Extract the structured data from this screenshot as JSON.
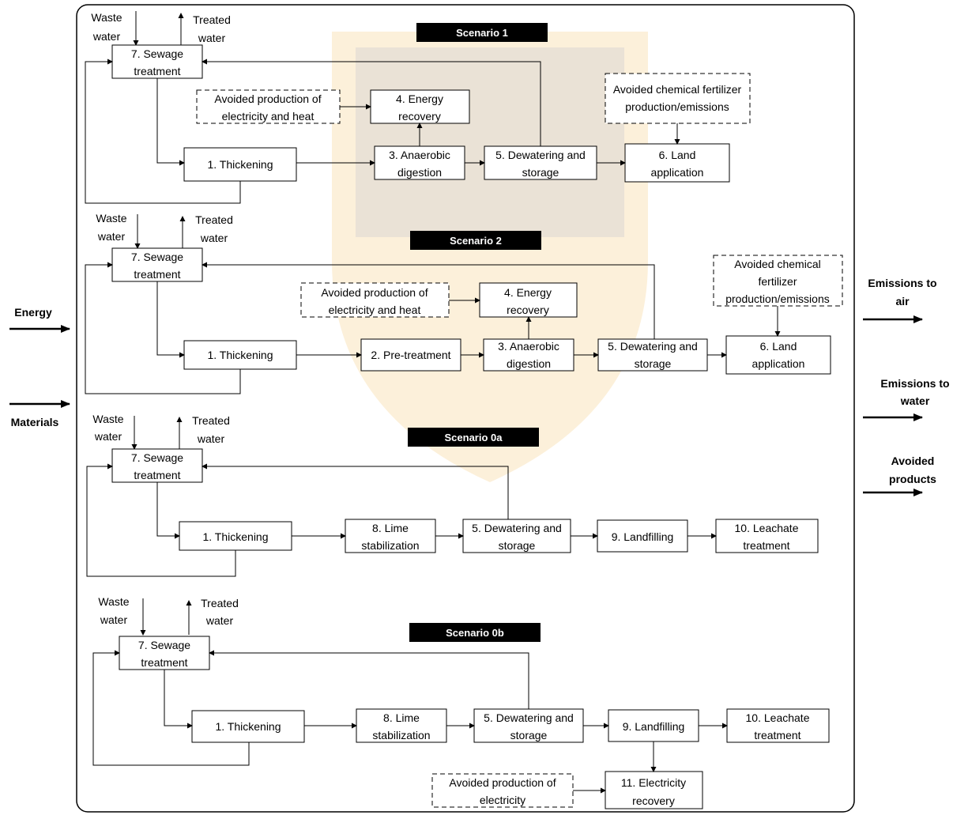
{
  "scenarios": [
    {
      "title": "Scenario 1",
      "waste_water": [
        "Waste",
        "water"
      ],
      "treated_water": [
        "Treated",
        "water"
      ],
      "boxes": {
        "sewage": [
          "7. Sewage",
          "treatment"
        ],
        "thickening": [
          "1. Thickening"
        ],
        "anaerobic": [
          "3. Anaerobic",
          "digestion"
        ],
        "dewatering": [
          "5. Dewatering and",
          "storage"
        ],
        "land": [
          "6. Land",
          "application"
        ],
        "energy": [
          "4. Energy",
          "recovery"
        ],
        "avoided_elec": [
          "Avoided production of",
          "electricity and heat"
        ],
        "avoided_fert": [
          "Avoided chemical fertilizer",
          "production/emissions"
        ]
      }
    },
    {
      "title": "Scenario 2",
      "waste_water": [
        "Waste",
        "water"
      ],
      "treated_water": [
        "Treated",
        "water"
      ],
      "boxes": {
        "sewage": [
          "7. Sewage",
          "treatment"
        ],
        "thickening": [
          "1. Thickening"
        ],
        "pretreatment": [
          "2. Pre-treatment"
        ],
        "anaerobic": [
          "3. Anaerobic",
          "digestion"
        ],
        "dewatering": [
          "5. Dewatering and",
          "storage"
        ],
        "land": [
          "6. Land",
          "application"
        ],
        "energy": [
          "4. Energy",
          "recovery"
        ],
        "avoided_elec": [
          "Avoided production of",
          "electricity and heat"
        ],
        "avoided_fert": [
          "Avoided chemical",
          "fertilizer",
          "production/emissions"
        ]
      }
    },
    {
      "title": "Scenario 0a",
      "waste_water": [
        "Waste",
        "water"
      ],
      "treated_water": [
        "Treated",
        "water"
      ],
      "boxes": {
        "sewage": [
          "7. Sewage",
          "treatment"
        ],
        "thickening": [
          "1. Thickening"
        ],
        "lime": [
          "8. Lime",
          "stabilization"
        ],
        "dewatering": [
          "5. Dewatering and",
          "storage"
        ],
        "landfilling": [
          "9. Landfilling"
        ],
        "leachate": [
          "10. Leachate",
          "treatment"
        ]
      }
    },
    {
      "title": "Scenario 0b",
      "waste_water": [
        "Waste",
        "water"
      ],
      "treated_water": [
        "Treated",
        "water"
      ],
      "boxes": {
        "sewage": [
          "7. Sewage",
          "treatment"
        ],
        "thickening": [
          "1. Thickening"
        ],
        "lime": [
          "8. Lime",
          "stabilization"
        ],
        "dewatering": [
          "5. Dewatering and",
          "storage"
        ],
        "landfilling": [
          "9. Landfilling"
        ],
        "leachate": [
          "10. Leachate",
          "treatment"
        ],
        "electricity": [
          "11. Electricity",
          "recovery"
        ],
        "avoided_elec": [
          "Avoided production of",
          "electricity"
        ]
      }
    }
  ],
  "inputs": {
    "energy": [
      "Energy"
    ],
    "materials": [
      "Materials"
    ]
  },
  "outputs": {
    "air": [
      "Emissions to",
      "air"
    ],
    "water": [
      "Emissions to",
      "water"
    ],
    "avoided": [
      "Avoided",
      "products"
    ]
  },
  "colors": {
    "header_bg": "#000000",
    "header_text": "#ffffff",
    "line": "#000000",
    "watermark_gold": "#f5c97a",
    "watermark_blue": "#9aa5c8"
  }
}
